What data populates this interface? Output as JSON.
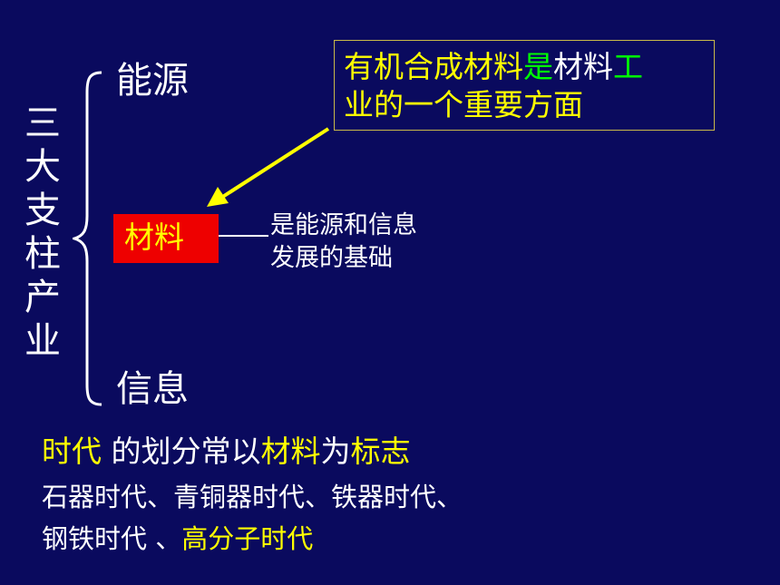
{
  "slide": {
    "vertical_title": [
      "三",
      "大",
      "支",
      "柱",
      "产",
      "业"
    ],
    "energy": "能源",
    "material": "材料",
    "info": "信息",
    "basis_line1": "是能源和信息",
    "basis_line2": "发展的基础",
    "callout": {
      "part1": "有机合成材料",
      "part2": "是",
      "part3": "材料",
      "part4": "工",
      "part5": "业的一个重要方面"
    },
    "era": {
      "part1": "时代",
      "part2": " 的划分常以",
      "part3": "材料",
      "part4": "为",
      "part5": "标志"
    },
    "ages_line1": "石器时代、青铜器时代、铁器时代、",
    "ages_line2_a": "钢铁时代  、",
    "ages_line2_b": "高分子时代"
  },
  "colors": {
    "background": "#0a0a5e",
    "highlight_yellow": "#ffff00",
    "highlight_green": "#00ff00",
    "material_box": "#ee0000",
    "arrow": "#ffff00",
    "callout_border": "#c8b84a"
  }
}
